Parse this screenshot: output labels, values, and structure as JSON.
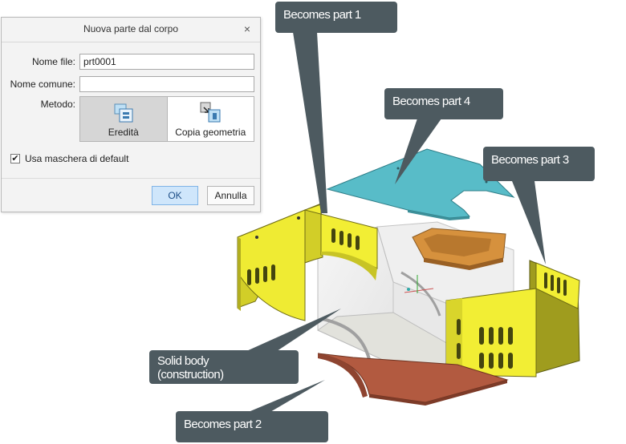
{
  "dialog": {
    "title": "Nuova parte dal corpo",
    "close_glyph": "×",
    "file_name_label": "Nome file:",
    "file_name_value": "prt0001",
    "common_name_label": "Nome comune:",
    "common_name_value": "",
    "method_label": "Metodo:",
    "methods": [
      {
        "label": "Eredità",
        "icon": "inherit-icon",
        "selected": true
      },
      {
        "label": "Copia geometria",
        "icon": "copy-geometry-icon",
        "selected": false
      }
    ],
    "default_template_label": "Usa maschera di default",
    "default_template_checked": true,
    "check_glyph": "✔",
    "ok_label": "OK",
    "cancel_label": "Annulla"
  },
  "callouts": {
    "part1": "Becomes part 1",
    "part4": "Becomes part 4",
    "part3": "Becomes part 3",
    "solid": "Solid body\n(construction)",
    "part2": "Becomes part 2"
  },
  "colors": {
    "callout_bg": "#4d5a60",
    "yellow_panel": "#f2ee34",
    "cyan_panel": "#58bcc8",
    "orange_tray": "#d6913d",
    "red_base": "#b25a40",
    "ok_button": "#cfe6fb"
  }
}
